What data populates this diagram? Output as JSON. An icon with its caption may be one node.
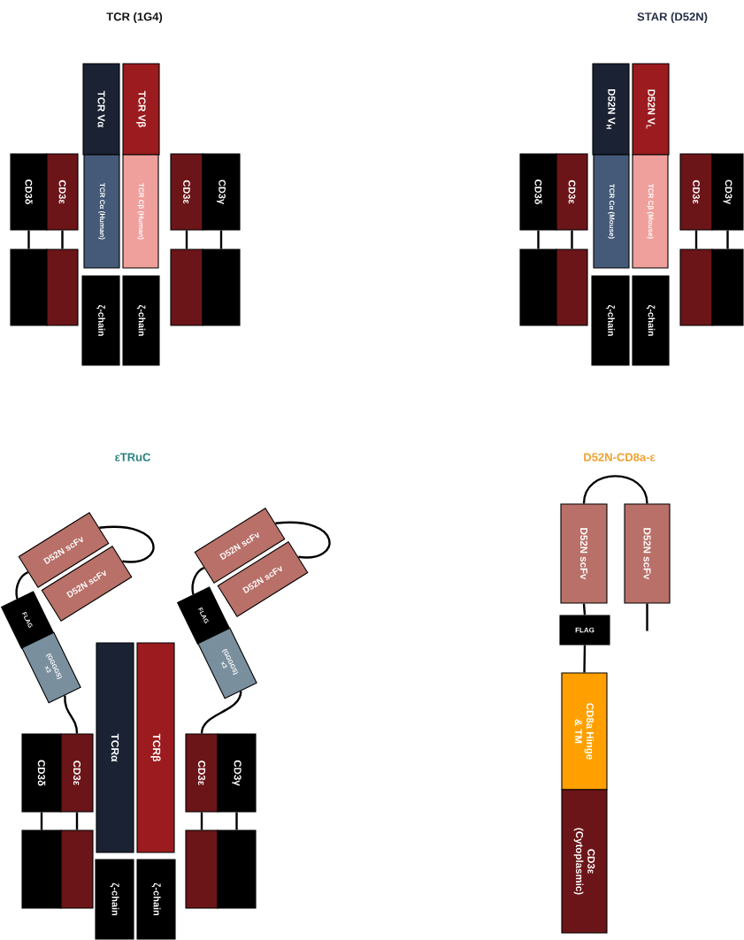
{
  "diagram": {
    "nodes": [
      {
        "text": [
          "TCR Vα"
        ]
      },
      {
        "text": [
          "TCR Vβ"
        ]
      },
      {
        "text": [
          "CD3δ"
        ]
      },
      {
        "text": [
          "CD3ε"
        ]
      },
      {
        "text": [
          "TCR Cα (Human)"
        ]
      },
      {
        "text": [
          "TCR Cβ (Human)"
        ]
      },
      {
        "text": [
          "CD3ε"
        ]
      },
      {
        "text": [
          "CD3γ"
        ]
      },
      {
        "text": [],
        "shape": "box"
      },
      {
        "text": [],
        "shape": "box"
      },
      {
        "text": [],
        "shape": "box"
      },
      {
        "text": [],
        "shape": "box"
      },
      {
        "text": [
          "ζ-chain"
        ]
      },
      {
        "text": [
          "ζ-chain"
        ]
      },
      {
        "text": [
          "D52N V$_{H}$"
        ]
      },
      {
        "text": [
          "D52N V$_{L}$"
        ]
      },
      {
        "text": [
          "CD3δ"
        ]
      },
      {
        "text": [
          "CD3ε"
        ]
      },
      {
        "text": [
          "TCR Cα (Mouse)"
        ]
      },
      {
        "text": [
          "TCR Cβ (Mouse)"
        ]
      },
      {
        "text": [
          "CD3ε"
        ]
      },
      {
        "text": [
          "CD3γ"
        ]
      },
      {
        "text": [],
        "shape": "box"
      },
      {
        "text": [],
        "shape": "box"
      },
      {
        "text": [],
        "shape": "box"
      },
      {
        "text": [],
        "shape": "box"
      },
      {
        "text": [
          "ζ-chain"
        ]
      },
      {
        "text": [
          "ζ-chain"
        ]
      },
      {
        "text": [
          "D52N scFv"
        ]
      },
      {
        "text": [
          "D52N scFv"
        ]
      },
      {
        "text": [
          "D52N scFv"
        ]
      },
      {
        "text": [
          "D52N scFv"
        ]
      },
      {
        "text": [
          "FLAG"
        ]
      },
      {
        "text": [
          "FLAG"
        ]
      },
      {
        "text": [
          "(GGGGS) x3"
        ]
      },
      {
        "text": [
          "(GGGGS) x3"
        ]
      },
      {
        "text": [
          "TCRα"
        ]
      },
      {
        "text": [
          "TCRβ"
        ]
      },
      {
        "text": [
          "CD3δ"
        ]
      },
      {
        "text": [
          "CD3ε"
        ]
      },
      {
        "text": [
          "CD3ε"
        ]
      },
      {
        "text": [
          "CD3γ"
        ]
      },
      {
        "text": [],
        "shape": "box"
      },
      {
        "text": [],
        "shape": "box"
      },
      {
        "text": [],
        "shape": "box"
      },
      {
        "text": [],
        "shape": "box"
      },
      {
        "text": [
          "ζ-chain"
        ]
      },
      {
        "text": [
          "ζ-chain"
        ]
      },
      {
        "text": [
          "D52N scFv"
        ]
      },
      {
        "text": [
          "D52N scFv"
        ]
      },
      {
        "text": [
          "FLAG"
        ]
      },
      {
        "text": [
          "CD8a Hinge & TM"
        ]
      },
      {
        "text": [
          "CD3ε (Cytoplasmic)"
        ]
      }
    ],
    "edges": [
      {
        "from": 2,
        "to": 8,
        "arrow": "none"
      },
      {
        "from": 3,
        "to": 9,
        "arrow": "none"
      },
      {
        "from": 6,
        "to": 10,
        "arrow": "none"
      },
      {
        "from": 7,
        "to": 11,
        "arrow": "none"
      },
      {
        "from": 16,
        "to": 22,
        "arrow": "none"
      },
      {
        "from": 17,
        "to": 23,
        "arrow": "none"
      },
      {
        "from": 20,
        "to": 24,
        "arrow": "none"
      },
      {
        "from": 21,
        "to": 25,
        "arrow": "none"
      },
      {
        "from": 28,
        "to": 30,
        "arrow": "none"
      },
      {
        "from": 29,
        "to": 31,
        "arrow": "none"
      },
      {
        "from": 28,
        "to": 32,
        "arrow": "none"
      },
      {
        "from": 29,
        "to": 33,
        "arrow": "none"
      },
      {
        "from": 34,
        "to": 39,
        "arrow": "none"
      },
      {
        "from": 35,
        "to": 40,
        "arrow": "none"
      },
      {
        "from": 38,
        "to": 42,
        "arrow": "none"
      },
      {
        "from": 39,
        "to": 43,
        "arrow": "none"
      },
      {
        "from": 40,
        "to": 44,
        "arrow": "none"
      },
      {
        "from": 41,
        "to": 45,
        "arrow": "none"
      },
      {
        "from": 48,
        "to": 49,
        "arrow": "none"
      },
      {
        "from": 48,
        "to": 50,
        "arrow": "none"
      },
      {
        "from": 50,
        "to": 51,
        "arrow": "none"
      },
      {
        "from": 49,
        "to": null,
        "arrow": "none"
      }
    ],
    "labels": [
      "TCR (1G4)",
      "STAR  (D52N)",
      "εTRuC",
      "D52N-CD8a-ε"
    ]
  }
}
